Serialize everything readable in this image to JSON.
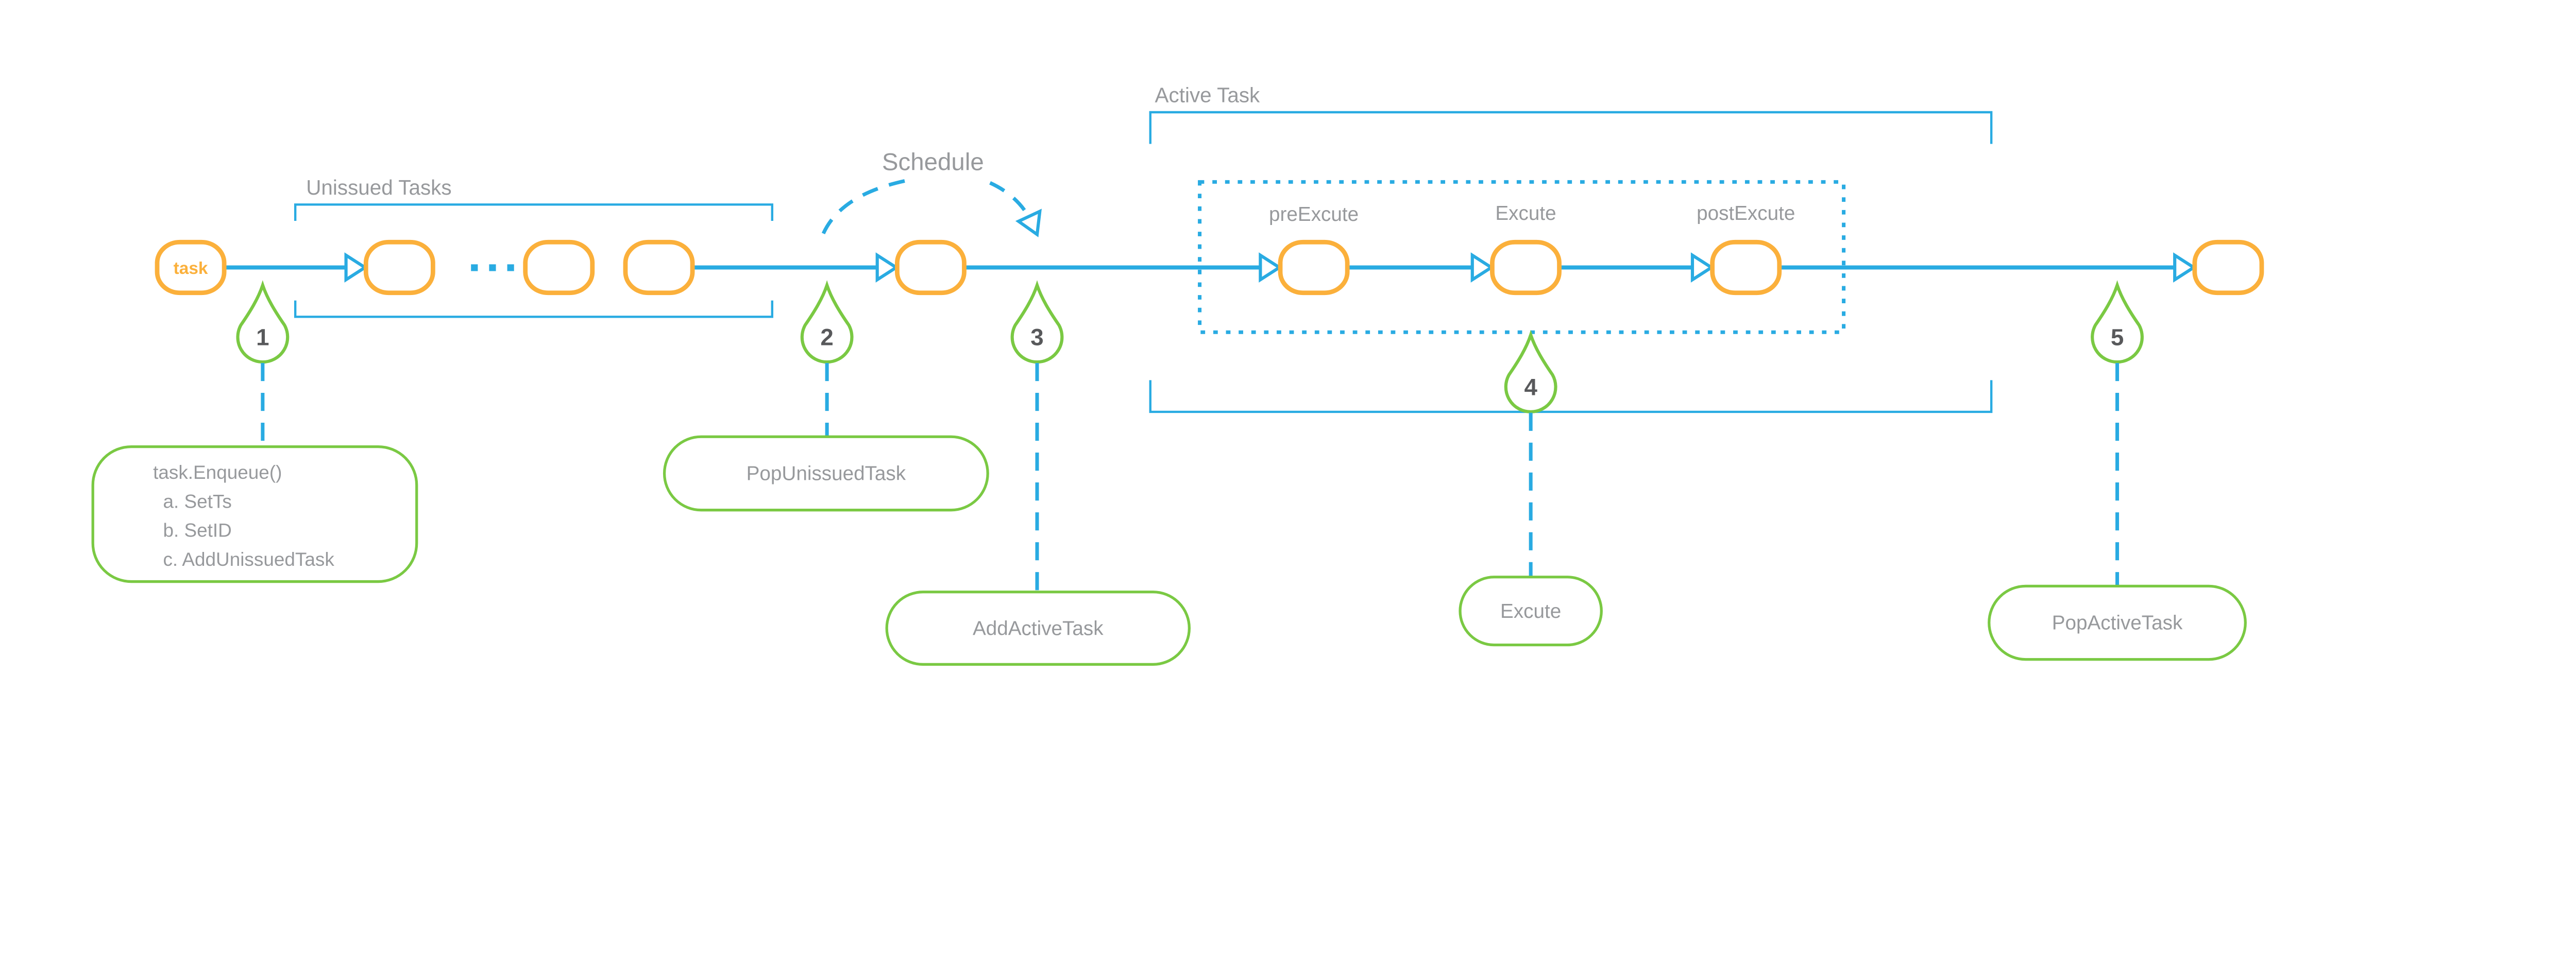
{
  "colors": {
    "flow_blue": "#29ABE2",
    "node_orange": "#FBB03B",
    "pin_green": "#7AC943",
    "label_gray": "#97999C",
    "number_dark": "#58595B",
    "background": "#FFFFFF"
  },
  "queue": {
    "bracket_label": "Unissued Tasks",
    "entry_node_label": "task"
  },
  "schedule": {
    "label": "Schedule"
  },
  "active_task": {
    "bracket_label": "Active Task",
    "stages": {
      "pre": "preExcute",
      "main": "Excute",
      "post": "postExcute"
    }
  },
  "pins": [
    {
      "number": "1"
    },
    {
      "number": "2"
    },
    {
      "number": "3"
    },
    {
      "number": "4"
    },
    {
      "number": "5"
    }
  ],
  "annotations": {
    "enqueue": {
      "lines": [
        "task.Enqueue()",
        "a. SetTs",
        "b. SetID",
        "c. AddUnissuedTask"
      ]
    },
    "pop_unissued": "PopUnissuedTask",
    "add_active": "AddActiveTask",
    "execute": "Excute",
    "pop_active": "PopActiveTask"
  }
}
